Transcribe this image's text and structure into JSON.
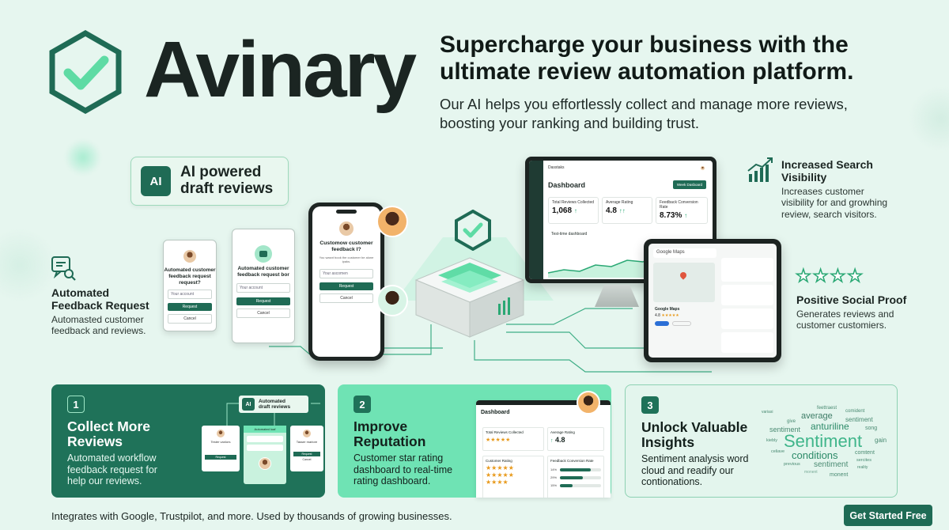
{
  "brand": {
    "name": "Avinary"
  },
  "headline": "Supercharge your business with the ultimate review automation platform.",
  "subline": "Our AI helps you effortlessly collect and manage more reviews, boosting your ranking and building trust.",
  "ai_badge": {
    "chip": "AI",
    "label_line1": "AI powered",
    "label_line2": "draft reviews"
  },
  "features": {
    "feedback": {
      "title_line1": "Automated",
      "title_line2": "Feedback Request",
      "desc_line1": "Automasted customer",
      "desc_line2": "feedback and reviews."
    },
    "visibility": {
      "title_line1": "Increased Search",
      "title_line2": "Visibility",
      "desc_line1": "Increases customer",
      "desc_line2": "visibility for and growhing",
      "desc_line3": "review, search visitors."
    },
    "social": {
      "title": "Positive Social Proof",
      "desc_line1": "Generates reviews and",
      "desc_line2": "customer customiers."
    }
  },
  "cards_small": {
    "c1": {
      "title": "Automated customer feedback request request?",
      "input": "Your account",
      "button": "Request",
      "cancel": "Cancel"
    },
    "c2": {
      "title": "Automated customer feedback request bor",
      "input": "Your account",
      "button": "Request",
      "cancel": "Cancel"
    },
    "phone": {
      "title": "Customow customer feedback I?",
      "sub": "You wasnt book the customer be alone ipaks.",
      "input": "Your ascomen",
      "button": "Request",
      "cancel": "Cancel"
    }
  },
  "dashboard": {
    "app_title": "Dasstaks",
    "title": "Dashboard",
    "button": "Week Dasboard",
    "stats": [
      {
        "label": "Total Reviews Collected",
        "value": "1,068"
      },
      {
        "label": "Average Rating",
        "value": "4.8"
      },
      {
        "label": "Feedback Conversion Rate",
        "value": "8.73%"
      }
    ],
    "chart_label": "Test-time dashboard"
  },
  "maps": {
    "title": "Google Maps",
    "place": "Google Maps",
    "rating": "4.8"
  },
  "bottom_cards": [
    {
      "num": "1",
      "title_line1": "Collect More",
      "title_line2": "Reviews",
      "desc_line1": "Automated workflow",
      "desc_line2": "feedback request for",
      "desc_line3": "help our reviews."
    },
    {
      "num": "2",
      "title_line1": "Improve",
      "title_line2": "Reputation",
      "desc_line1": "Customer star rating",
      "desc_line2": "dashboard to real-time",
      "desc_line3": "rating dashboard."
    },
    {
      "num": "3",
      "title_line1": "Unlock Valuable",
      "title_line2": "Insights",
      "desc_line1": "Sentiment analysis word",
      "desc_line2": "cloud and readify our",
      "desc_line3": "contionations."
    }
  ],
  "card1_mock": {
    "chip": "AI",
    "label_line1": "Automated",
    "label_line2": "draft reviews",
    "left_title": "Tester vanlors",
    "left_btn": "Request",
    "mid_title": "Automated loaf",
    "right_title": "Tasser marlore",
    "right_btn": "Request",
    "right_cancel": "Cancel"
  },
  "card2_mock": {
    "title": "Dashboard",
    "stat1_label": "Total Reviews Collected",
    "stat2_label": "Average Rating",
    "stat2_value": "4.8",
    "cust_label": "Customer Rating",
    "conv_label": "Feedback Conversion Rate",
    "bars": [
      {
        "label": "14%",
        "fill": 0.75
      },
      {
        "label": "29%",
        "fill": 0.55
      },
      {
        "label": "15%",
        "fill": 0.3
      }
    ]
  },
  "wordcloud": [
    "feettraest",
    "variasi",
    "average",
    "comident",
    "give",
    "anturiline",
    "sentiment",
    "sentiment",
    "song",
    "Sentiment",
    "kiebly",
    "gain",
    "celiave",
    "conditions",
    "comtent",
    "previous",
    "sentiment",
    "sercites",
    "reality",
    "monent",
    "monent"
  ],
  "footer": {
    "text": "Integrates with Google, Trustpilot, and more. Used by thousands of growing businesses.",
    "cta": "Get Started Free"
  },
  "colors": {
    "brand_dark": "#1f6b55",
    "brand_mint": "#6fe3b4",
    "background": "#e6f6ef",
    "accent_green": "#2aa874"
  }
}
